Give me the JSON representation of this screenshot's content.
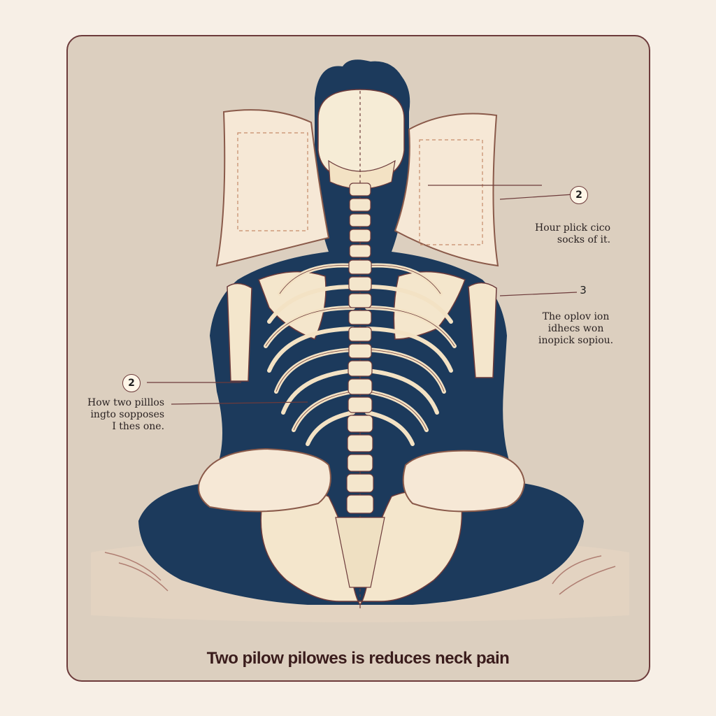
{
  "callouts": [
    {
      "marker": "2",
      "text": "Hour plick cico\nsocks of it."
    },
    {
      "marker": "3",
      "text": "The oplov ion\nidhecs won\ninopick sopiou."
    },
    {
      "marker": "2",
      "text": "How two pilllos\ningto sopposes\nI thes one."
    }
  ],
  "caption": "Two pilow pilowes is reduces neck pain",
  "colors": {
    "background": "#dccfbf",
    "frame_border": "#6d3b3b",
    "body": "#1c3a5c",
    "bone": "#f3e8cf",
    "pillow": "#f6e8d6"
  }
}
